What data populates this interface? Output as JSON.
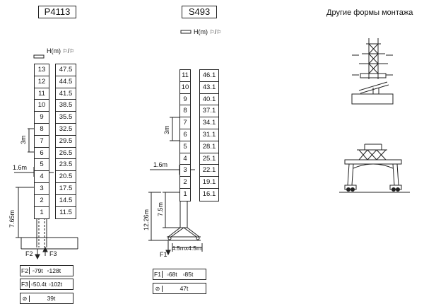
{
  "cranes": {
    "p4113": {
      "model": "P4113",
      "sections": [
        "13",
        "12",
        "11",
        "10",
        "9",
        "8",
        "7",
        "6",
        "5",
        "4",
        "3",
        "2",
        "1"
      ],
      "heights": [
        "47.5",
        "44.5",
        "41.5",
        "38.5",
        "35.5",
        "32.5",
        "29.5",
        "26.5",
        "23.5",
        "20.5",
        "17.5",
        "14.5",
        "11.5"
      ],
      "header_label": "H(m)",
      "dim_section": "3m",
      "dim_width": "1.6m",
      "dim_base": "7.65m",
      "force_left": "F2",
      "force_right": "F3",
      "loads": [
        {
          "label": "F2",
          "a": "79t",
          "b": "128t"
        },
        {
          "label": "F3",
          "a": "50.4t",
          "b": "102t"
        }
      ],
      "weight": "39t"
    },
    "s493": {
      "model": "S493",
      "sections": [
        "11",
        "10",
        "9",
        "8",
        "7",
        "6",
        "5",
        "4",
        "3",
        "2",
        "1"
      ],
      "heights": [
        "46.1",
        "43.1",
        "40.1",
        "37.1",
        "34.1",
        "31.1",
        "28.1",
        "25.1",
        "22.1",
        "19.1",
        "16.1"
      ],
      "header_label": "H(m)",
      "dim_section": "3m",
      "dim_width": "1.6m",
      "dim_mid": "7.5m",
      "dim_base": "12.26m",
      "dim_footing": "4.5mx4.5m",
      "force": "F1",
      "loads": [
        {
          "label": "F1",
          "a": "68t",
          "b": "85t"
        }
      ],
      "weight": "47t"
    }
  },
  "other": {
    "title": "Другие формы монтажа"
  },
  "icons": [
    "crane-small-icon",
    "crane-large-icon",
    "weight-icon",
    "base-icon"
  ]
}
